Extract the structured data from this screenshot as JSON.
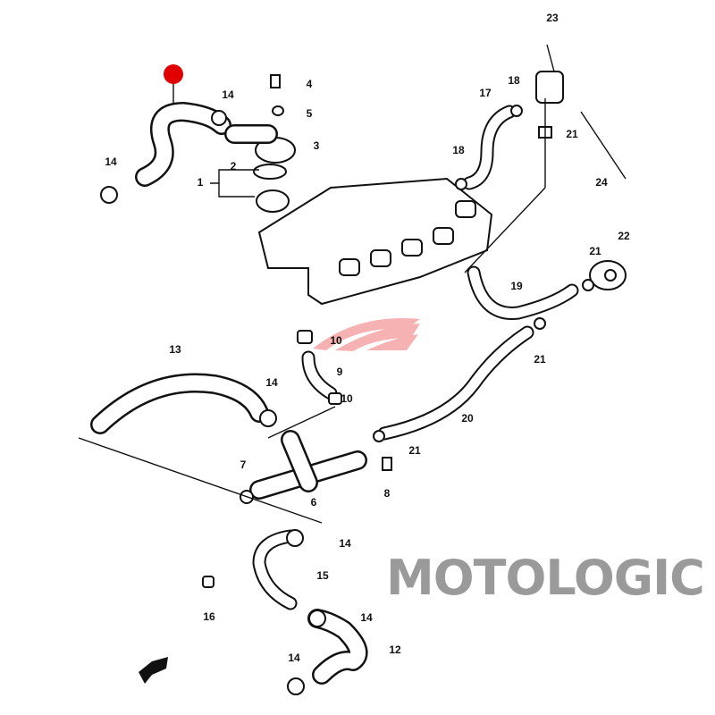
{
  "watermark": {
    "text": "MOTOLOGIC",
    "swoosh_color": "#e8585a"
  },
  "marker": {
    "color": "#e00000"
  },
  "callouts": [
    "23",
    "4",
    "14",
    "5",
    "17",
    "18",
    "3",
    "21",
    "14",
    "2",
    "18",
    "1",
    "24",
    "21",
    "22",
    "19",
    "10",
    "13",
    "21",
    "9",
    "14",
    "10",
    "20",
    "21",
    "7",
    "8",
    "6",
    "14",
    "15",
    "16",
    "14",
    "12",
    "14"
  ]
}
